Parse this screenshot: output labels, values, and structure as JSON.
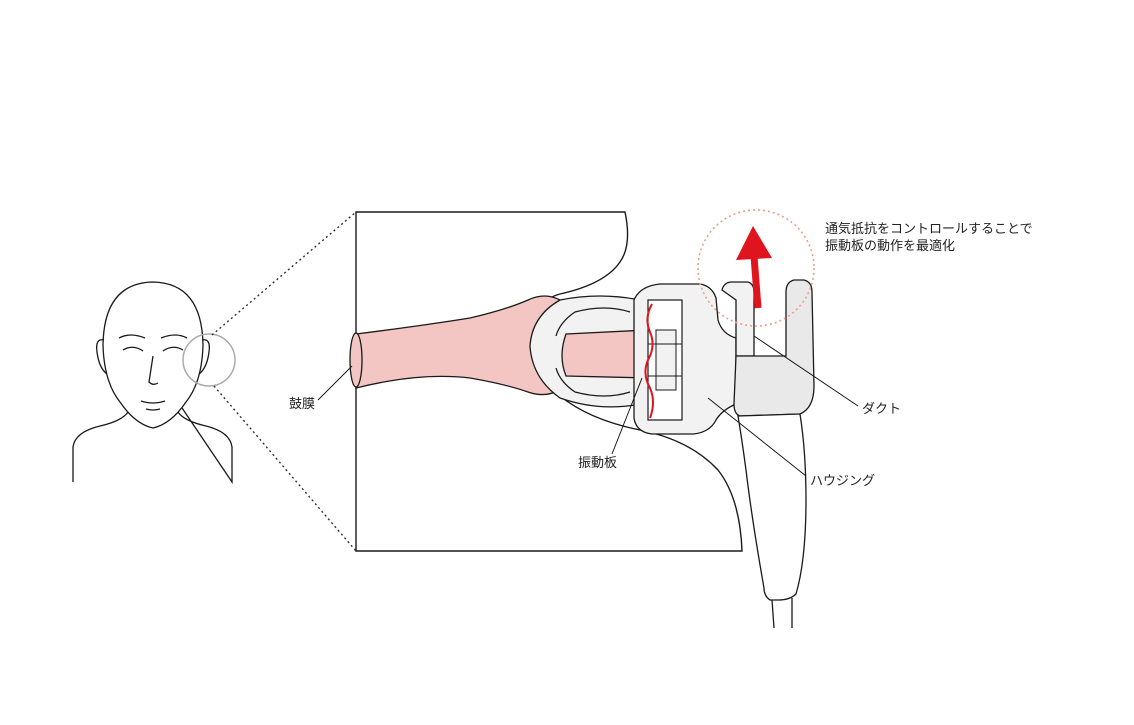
{
  "labels": {
    "eardrum": "鼓膜",
    "diaphragm": "振動板",
    "duct": "ダクト",
    "housing": "ハウジング",
    "note_line1": "通気抵抗をコントロールすることで",
    "note_line2": "振動板の動作を最適化"
  },
  "colors": {
    "line": "#1a1a1a",
    "canal_fill": "#f3c6c4",
    "accent_red": "#e0141e",
    "dotted_circle": "#e8a08a",
    "gray_circle": "#aaaaaa",
    "fill_gray": "#f2f2f2"
  }
}
